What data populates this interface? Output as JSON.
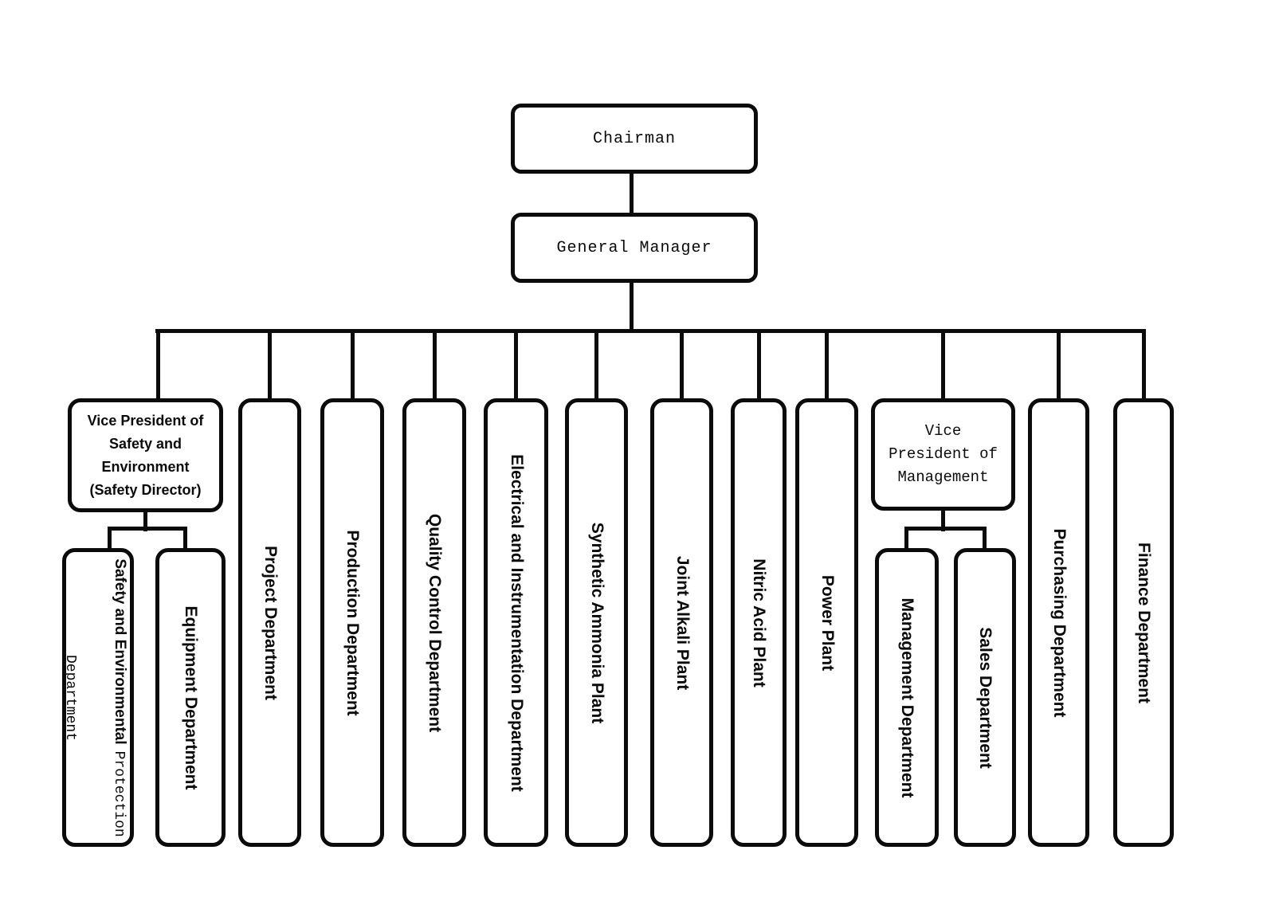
{
  "org": {
    "chairman": {
      "label": "Chairman"
    },
    "general_manager": {
      "label": "General Manager"
    },
    "vp_safety": {
      "lines": [
        "Vice President of",
        "Safety and",
        "Environment",
        "(Safety Director)"
      ],
      "children": {
        "safety_env": {
          "line1_bold": "Safety and Environmental",
          "line1_regular": "Protection",
          "line2": "Department"
        },
        "equipment": {
          "label": "Equipment Department"
        }
      }
    },
    "vp_management": {
      "lines": [
        "Vice",
        "President of",
        "Management"
      ],
      "children": {
        "management": {
          "label": "Management Department"
        },
        "sales": {
          "label": "Sales Department"
        }
      }
    },
    "departments": {
      "project": {
        "label": "Project Department"
      },
      "production": {
        "label": "Production Department"
      },
      "quality_control": {
        "label": "Quality Control Department"
      },
      "electrical_instrumentation": {
        "label": "Electrical and Instrumentation Department"
      },
      "synthetic_ammonia": {
        "label": "Synthetic Ammonia Plant"
      },
      "joint_alkali": {
        "label": "Joint Alkali Plant"
      },
      "nitric_acid": {
        "label": "Nitric Acid Plant"
      },
      "power": {
        "label": "Power Plant"
      },
      "purchasing": {
        "label": "Purchasing Department"
      },
      "finance": {
        "label": "Finance Department"
      }
    },
    "colors": {
      "line": "#0b0b0b",
      "background": "#ffffff"
    }
  }
}
